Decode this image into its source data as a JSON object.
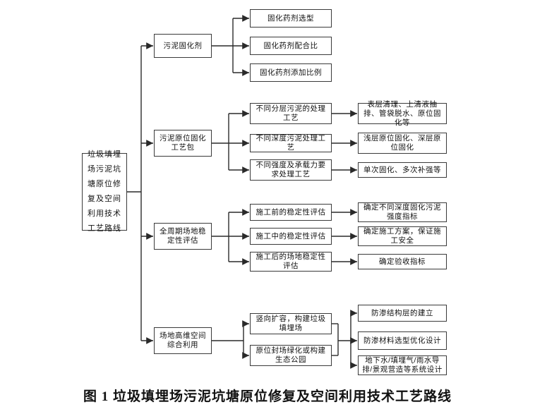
{
  "caption": "图 1 垃圾填埋场污泥坑塘原位修复及空间利用技术工艺路线",
  "colors": {
    "line": "#2a2a2a",
    "box_border": "#3a3a3a",
    "text": "#111111",
    "background": "#ffffff"
  },
  "diagram": {
    "root": "垃圾填埋场污泥坑塘原位修复及空间利用技术工艺路线",
    "branches": [
      {
        "label": "污泥固化剂",
        "children": [
          {
            "label": "固化药剂选型"
          },
          {
            "label": "固化药剂配合比"
          },
          {
            "label": "固化药剂添加比例"
          }
        ]
      },
      {
        "label": "污泥原位固化工艺包",
        "children": [
          {
            "label": "不同分层污泥的处理工艺",
            "detail": "表层清理、上清液抽排、管袋脱水、原位固化等"
          },
          {
            "label": "不同深度污泥处理工艺",
            "detail": "浅层原位固化、深层原位固化"
          },
          {
            "label": "不同强度及承载力要求处理工艺",
            "detail": "单次固化、多次补强等"
          }
        ]
      },
      {
        "label": "全周期场地稳定性评估",
        "children": [
          {
            "label": "施工前的稳定性评估",
            "detail": "确定不同深度固化污泥强度指标"
          },
          {
            "label": "施工中的稳定性评估",
            "detail": "确定施工方案，保证施工安全"
          },
          {
            "label": "施工后的场地稳定性评估",
            "detail": "确定验收指标"
          }
        ]
      },
      {
        "label": "场地高维空间综合利用",
        "children": [
          {
            "label": "竖向扩容，构建垃圾填埋场"
          },
          {
            "label": "原位封场绿化或构建生态公园"
          }
        ],
        "outputs": [
          {
            "label": "防渗结构层的建立"
          },
          {
            "label": "防渗材料选型优化设计"
          },
          {
            "label": "地下水/填埋气/雨水导排/景观营造等系统设计"
          }
        ]
      }
    ]
  }
}
